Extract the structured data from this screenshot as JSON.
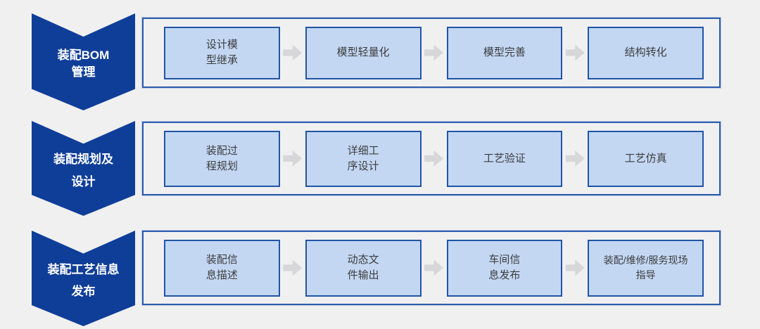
{
  "diagram": {
    "title": "assembly-process-flow",
    "colors": {
      "background": "#f0f0f1",
      "banner_blue": "#0f3e99",
      "band_border": "#2d5cab",
      "step_fill": "#c3d7f3",
      "step_border": "#2155a6",
      "step_text": "#3d3d3d",
      "arrow_gray": "#d7d7d9",
      "banner_text": "#ffffff"
    },
    "rows": [
      {
        "label": "装配BOM\n管理",
        "steps": [
          "设计模\n型继承",
          "模型轻量化",
          "模型完善",
          "结构转化"
        ]
      },
      {
        "label": "装配规划及\n设计",
        "steps": [
          "装配过\n程规划",
          "详细工\n序设计",
          "工艺验证",
          "工艺仿真"
        ]
      },
      {
        "label": "装配工艺信息\n发布",
        "steps": [
          "装配信\n息描述",
          "动态文\n件输出",
          "车间信\n息发布",
          "装配/维修/服务现场\n指导"
        ]
      }
    ],
    "icons": {
      "arrow": "right-block-arrow"
    }
  }
}
